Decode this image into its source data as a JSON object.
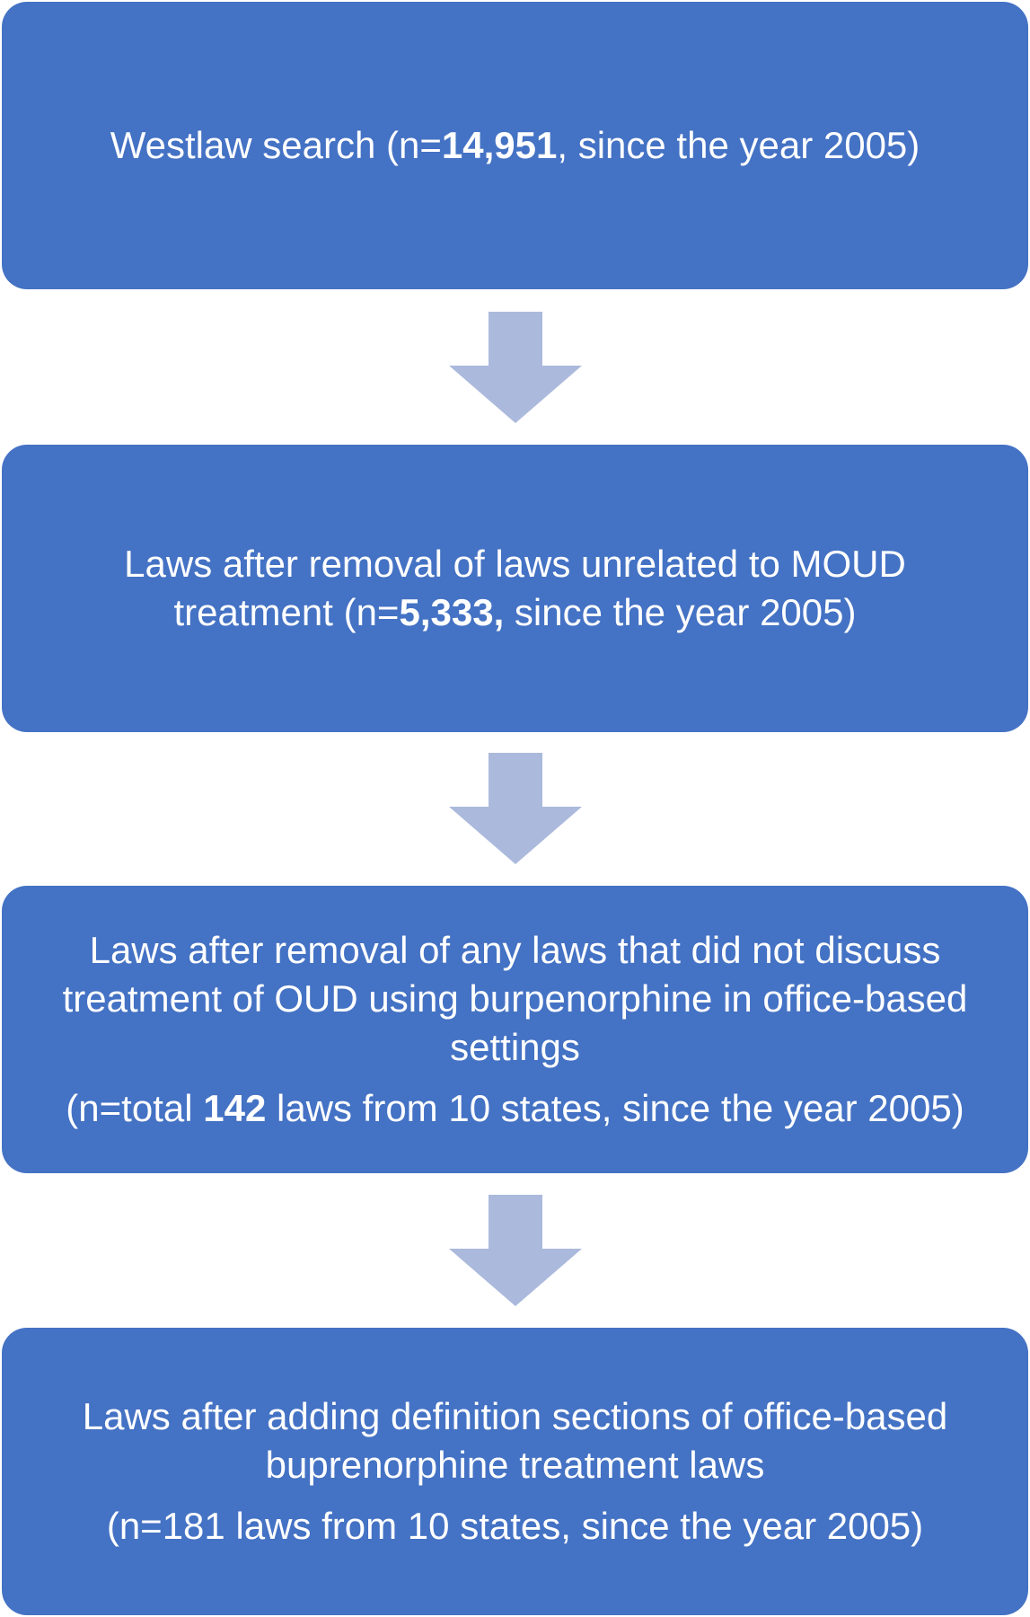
{
  "flow": {
    "steps": [
      {
        "text": "Westlaw search (n=",
        "bold": "14,951",
        "text_after": ", since the year 2005)"
      },
      {
        "text": "Laws after removal of laws unrelated to MOUD treatment (n=",
        "bold": "5,333,",
        "text_after": " since the year 2005)"
      },
      {
        "text": "Laws after removal of any laws that did not discuss treatment of OUD using burpenorphine in office-based settings",
        "count_before": "(n=total ",
        "count_bold": "142",
        "count_after": " laws from 10 states, since the year 2005)"
      },
      {
        "text": "Laws after adding definition sections of office-based buprenorphine treatment laws",
        "count": "(n=181 laws from 10 states, since the year 2005)"
      }
    ],
    "colors": {
      "box": "#4472c4",
      "box_text": "#ffffff",
      "arrow": "#abb9dc"
    }
  }
}
